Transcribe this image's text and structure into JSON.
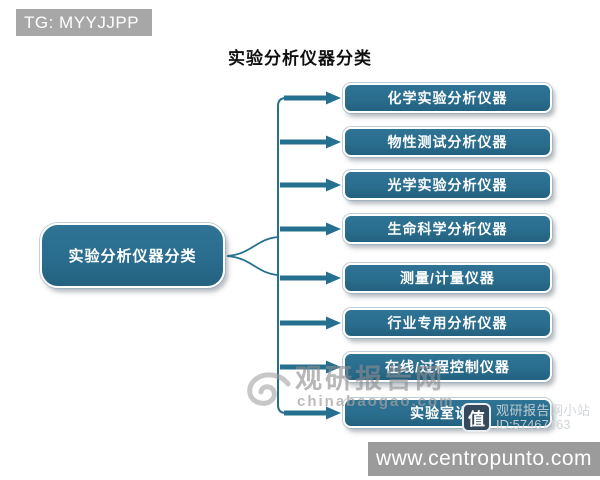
{
  "header": {
    "tag_label": "TG: MYYJJPP"
  },
  "title": "实验分析仪器分类",
  "diagram": {
    "root": {
      "label": "实验分析仪器分类"
    },
    "categories": [
      {
        "label": "化学实验分析仪器"
      },
      {
        "label": "物性测试分析仪器"
      },
      {
        "label": "光学实验分析仪器"
      },
      {
        "label": "生命科学分析仪器"
      },
      {
        "label": "测量/计量仪器"
      },
      {
        "label": "行业专用分析仪器"
      },
      {
        "label": "在线/过程控制仪器"
      },
      {
        "label": "实验室设备"
      }
    ],
    "colors": {
      "node_fill": "#2a6d8e",
      "connector": "#26708f"
    }
  },
  "watermark": {
    "site_name": "观研报告网",
    "site_url": "chinabaogao.com"
  },
  "badge": {
    "icon_glyph": "值",
    "site_label": "观研报告网小站",
    "id_label": "ID:57467163"
  },
  "footer": {
    "url": "www.centropunto.com"
  }
}
